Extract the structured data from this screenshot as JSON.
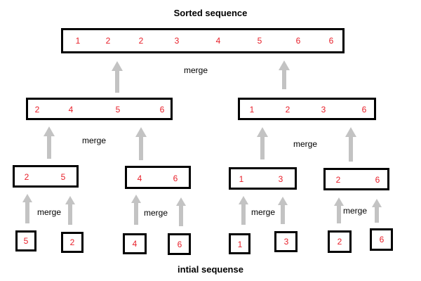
{
  "title_top": "Sorted sequence",
  "title_bottom": "intial sequense",
  "merge_label": "merge",
  "colors": {
    "number": "#e8202a",
    "arrow": "#c3c3c3",
    "border": "#000000"
  },
  "levels": {
    "sorted": [
      "1",
      "2",
      "2",
      "3",
      "4",
      "5",
      "6",
      "6"
    ],
    "halves": [
      [
        "2",
        "4",
        "5",
        "6"
      ],
      [
        "1",
        "2",
        "3",
        "6"
      ]
    ],
    "pairs": [
      [
        "2",
        "5"
      ],
      [
        "4",
        "6"
      ],
      [
        "1",
        "3"
      ],
      [
        "2",
        "6"
      ]
    ],
    "initial": [
      "5",
      "2",
      "4",
      "6",
      "1",
      "3",
      "2",
      "6"
    ]
  }
}
